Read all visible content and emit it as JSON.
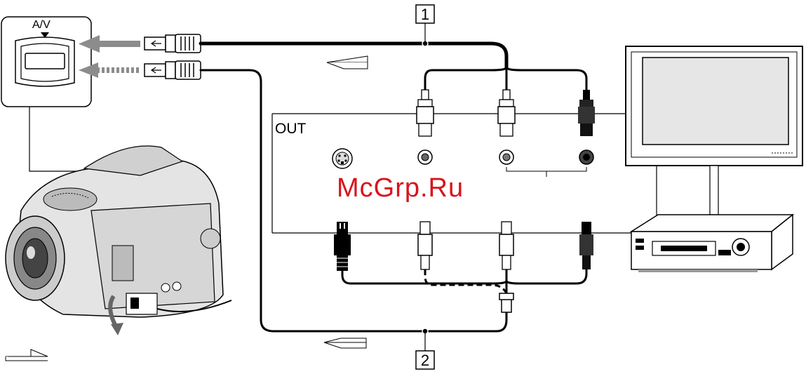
{
  "labels": {
    "av_port": "A/V",
    "out": "OUT",
    "cable_1": "1",
    "cable_2": "2"
  },
  "watermark": "McGrp.Ru",
  "colors": {
    "line": "#000000",
    "arrow_gray": "#8c8c8c",
    "watermark": "#d8141c",
    "screen": "#e6e6e6"
  },
  "icons": [
    "camcorder-icon",
    "tv-icon",
    "vcr-icon",
    "s-video-jack-icon",
    "rca-plug-icon",
    "av-connector-icon",
    "signal-flow-arrow-icon"
  ]
}
